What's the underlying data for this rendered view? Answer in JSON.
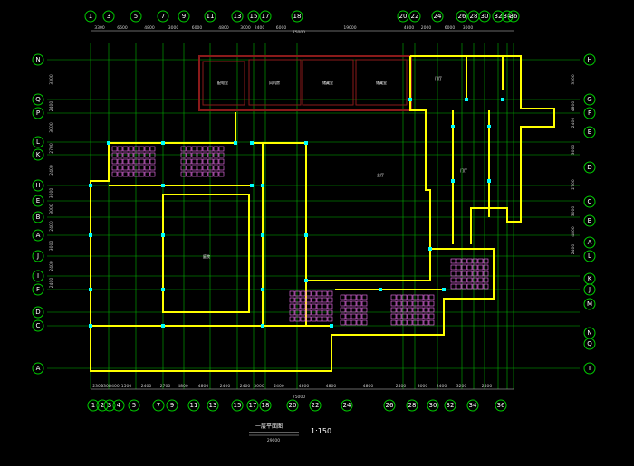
{
  "drawing": {
    "title": "一层平面图",
    "scale": "1:150",
    "sub_caption": "29000"
  },
  "grid_axes": {
    "top": [
      "1",
      "3",
      "5",
      "7",
      "9",
      "11",
      "13",
      "15",
      "17",
      "18",
      "20",
      "22",
      "24",
      "26",
      "28",
      "30",
      "32",
      "34",
      "36"
    ],
    "bottom": [
      "1",
      "2",
      "3",
      "4",
      "5",
      "7",
      "9",
      "11",
      "13",
      "15",
      "17",
      "18",
      "20",
      "22",
      "24",
      "26",
      "28",
      "30",
      "32",
      "34",
      "36"
    ],
    "left": [
      "N",
      "Q",
      "P",
      "L",
      "K",
      "H",
      "E",
      "B",
      "A",
      "J",
      "I",
      "F",
      "D",
      "C",
      "A"
    ],
    "right": [
      "H",
      "G",
      "F",
      "E",
      "D",
      "C",
      "B",
      "A",
      "L",
      "K",
      "J",
      "M",
      "N",
      "Q",
      "T"
    ]
  },
  "dimensions": {
    "top": [
      "3300",
      "6600",
      "4800",
      "3000",
      "6000",
      "4800",
      "3000",
      "2400",
      "6000",
      "19000",
      "4800",
      "2000",
      "6000",
      "3000"
    ],
    "top_total": "75000",
    "bottom": [
      "2300",
      "3300",
      "2400",
      "1500",
      "2400",
      "2700",
      "4800",
      "4800",
      "2400",
      "2400",
      "3000",
      "2400",
      "4800",
      "4800",
      "4800",
      "2400",
      "3000",
      "2400",
      "3200",
      "2400"
    ],
    "bottom_total": "75000",
    "left": [
      "3300",
      "2400",
      "3000",
      "2700",
      "2400",
      "3000",
      "3000",
      "2400",
      "3000",
      "2400",
      "2400"
    ],
    "right": [
      "3300",
      "4800",
      "2400",
      "3000",
      "2700",
      "3000",
      "4800",
      "2400"
    ]
  },
  "rooms": {
    "top_annex": [
      "配电室",
      "风机房",
      "储藏室",
      "储藏室"
    ],
    "north_east": "门厅",
    "courtyard": "庭院",
    "center": "主厅",
    "east_hall": "门厅"
  },
  "colors": {
    "background": "#000000",
    "wall": "#ffff00",
    "grid_line": "#00ff00",
    "grid_bubble": "#00cc00",
    "column": "#00ffff",
    "annex_wall": "#8b1a1a",
    "furniture": "#ff77ff",
    "door": "#00ffff",
    "dimension": "#ffffff"
  }
}
